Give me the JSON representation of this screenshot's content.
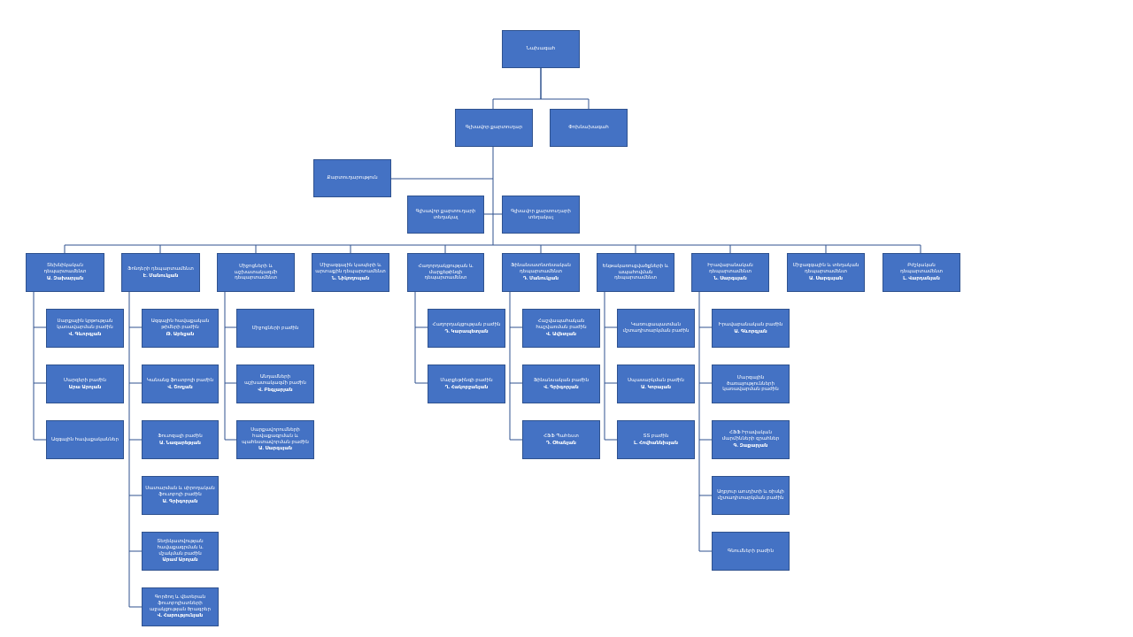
{
  "colors": {
    "box_fill": "#4472c4",
    "box_border": "#2f528f",
    "connector": "#2f528f",
    "text": "#ffffff"
  },
  "nodes": {
    "chairman": {
      "title": "Նախագահ"
    },
    "ceo": {
      "title": "Գլխավոր քարտուղար"
    },
    "vice_chairman": {
      "title": "Փոխնախագահ"
    },
    "secretariat": {
      "title": "Քարտուղարություն"
    },
    "deputy_ceo_1": {
      "title": "Գլխավոր քարտուղարի տեղակալ"
    },
    "deputy_ceo_2": {
      "title": "Գլխավոր քարտուղարի տեղակալ"
    },
    "dept_1": {
      "title": "Տեխնիկական դեպարտամենտ",
      "person": "Ա. Զախարյան"
    },
    "dept_2": {
      "title": "Ֆոնդերի դեպարտամենտ",
      "person": "Է. Մանուկյան"
    },
    "dept_3": {
      "title": "Միջոցների և աշխատակազմի դեպարտամենտ"
    },
    "dept_4": {
      "title": "Միջազգային կապերի և արտաքին դեպարտամենտ",
      "person": "Ն. Նիկողոսյան"
    },
    "dept_5": {
      "title": "Հաղորդակցության և մարքեթինգի դեպարտամենտ"
    },
    "dept_6": {
      "title": "Ֆինանսատնտեսական դեպարտամենտ",
      "person": "Դ. Մանուկյան"
    },
    "dept_7": {
      "title": "Ենթակառուցվածքների և ապահովման դեպարտամենտ"
    },
    "dept_8": {
      "title": "Իրավաբանական դեպարտամենտ",
      "person": "Ն. Սարգսյան"
    },
    "dept_9": {
      "title": "Միջազգային և տեղական դեպարտամենտ",
      "person": "Ա. Սարգսյան"
    },
    "dept_10": {
      "title": "Բժշկական դեպարտամենտ",
      "person": "Լ. Վարդանյան"
    },
    "d1_s1": {
      "title": "Սարքային կրթության կառավարման բաժին",
      "person": "Վ. Գևորգյան"
    },
    "d1_s2": {
      "title": "Մարզերի բաժին",
      "person": "Արա Արոյան"
    },
    "d1_s3": {
      "title": "Ազգային հավաքականներ"
    },
    "d2_s1": {
      "title": "Ազգային հավաքական թիմերի բաժին",
      "person": "Թ. Աբելյան"
    },
    "d2_s2": {
      "title": "Կանանց ֆուտբոլի բաժին",
      "person": "Վ. Շողյան"
    },
    "d2_s3": {
      "title": "Ֆուտզալի բաժին",
      "person": "Ա. Նազարեթյան"
    },
    "d2_s4": {
      "title": "Սատարման և սիրողական ֆուտբոլի բաժին",
      "person": "Ա. Գրիգորյան"
    },
    "d2_s5": {
      "title": "Տեղեկատվության հավաքագրման և մշակման բաժին",
      "person": "Արամ Արոյան"
    },
    "d2_s6": {
      "title": "Գործող և վետերան ֆուտբոլիստների աջակցության ծրագրեր",
      "person": "Վ. Հարությունյան"
    },
    "d3_s1": {
      "title": "Միջոցների բաժին"
    },
    "d3_s2": {
      "title": "Անդամների աշխատակազմի բաժին",
      "person": "Վ. Բեգլարյան"
    },
    "d3_s3": {
      "title": "Սարքավորումների հավաքագրման և պահեստավորման բաժին",
      "person": "Ա. Սարգսյան"
    },
    "d5_s1": {
      "title": "Հաղորդակցության բաժին",
      "person": "Դ. Կարապետյան"
    },
    "d5_s2": {
      "title": "Մարքեթինգի բաժին",
      "person": "Ղ. Հակոբջանյան"
    },
    "d6_s1": {
      "title": "Հաշվապահական հաշվառման բաժին",
      "person": "Վ. Ավետյան"
    },
    "d6_s2": {
      "title": "Ֆինանսական բաժին",
      "person": "Վ. Գրիգորյան"
    },
    "d6_s3": {
      "title": "ՀՖՖ Պահեստ",
      "person": "Դ. Օհանյան"
    },
    "d7_s1": {
      "title": "Կառուցապատման մշտադիտարկման բաժին"
    },
    "d7_s2": {
      "title": "Սպասարկման բաժին",
      "person": "Ա. Կորայան"
    },
    "d7_s3": {
      "title": "ՏՏ բաժին",
      "person": "Լ. Հովհաննիսյան"
    },
    "d8_s1": {
      "title": "Իրավաբանական բաժին",
      "person": "Ա. Գևորգյան"
    },
    "d8_s2": {
      "title": "Մարզային ծառայությունների կառավարման բաժին"
    },
    "d8_s3": {
      "title": "ՀՖՖ Իրավական մարմինների զրահներ",
      "person": "Գ. Զաքարյան"
    },
    "d8_s4": {
      "title": "Աղբյուր աուդիտի և ռիսկի մշտադիտարկման բաժին"
    },
    "d8_s5": {
      "title": "Գնումների բաժին"
    }
  }
}
